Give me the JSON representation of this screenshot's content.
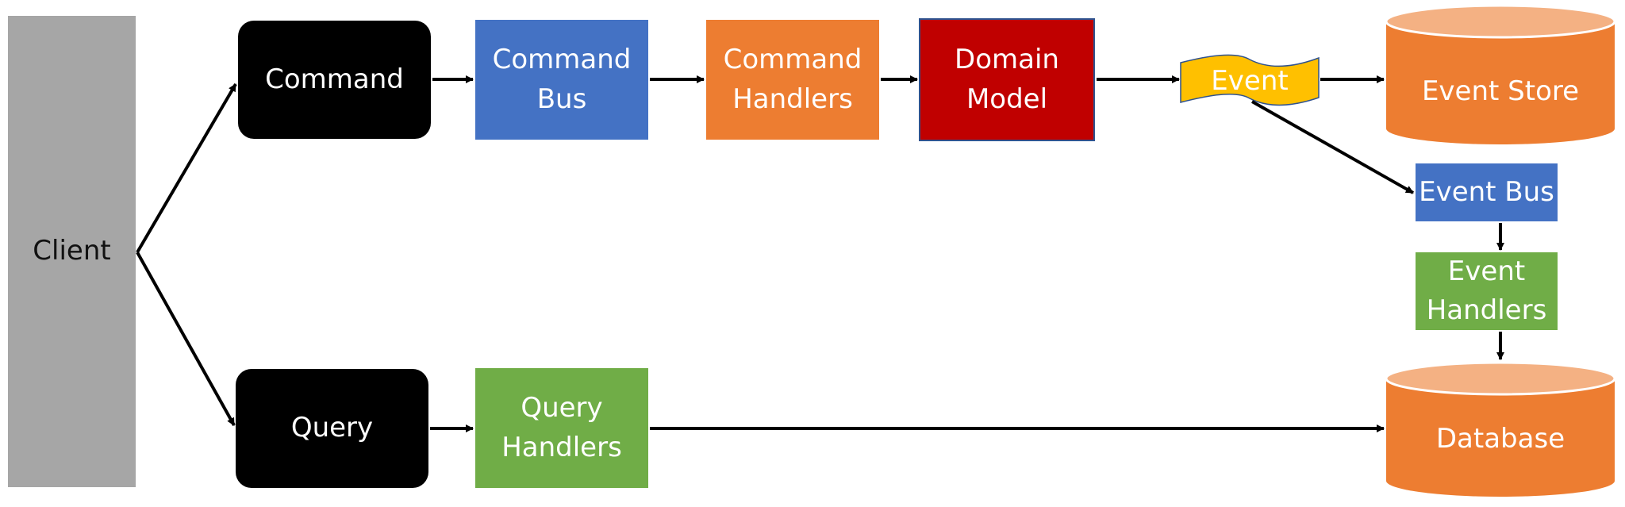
{
  "nodes": {
    "client": "Client",
    "command": "Command",
    "command_bus": "Command\nBus",
    "command_handlers": "Command\nHandlers",
    "domain_model": "Domain\nModel",
    "event": "Event",
    "event_store": "Event Store",
    "event_bus": "Event Bus",
    "event_handlers": "Event\nHandlers",
    "database": "Database",
    "query": "Query",
    "query_handlers": "Query\nHandlers"
  },
  "colors": {
    "client": "#a6a6a6",
    "command_query": "#000000",
    "blue": "#4472c4",
    "orange": "#ed7d31",
    "red": "#c00000",
    "green": "#70ad47",
    "event_flag": "#ffc000",
    "cylinder_top": "#f4b183"
  }
}
